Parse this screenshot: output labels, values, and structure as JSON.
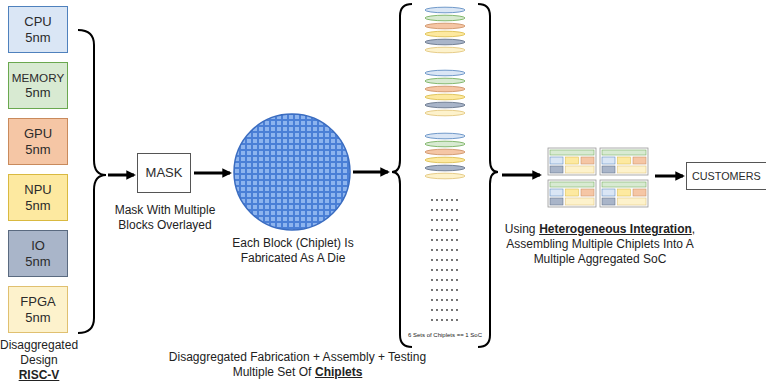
{
  "diagram": {
    "nodes": [
      {
        "text": [
          "CPU",
          "5nm"
        ]
      },
      {
        "text": [
          "MEMORY",
          "5nm"
        ]
      },
      {
        "text": [
          "GPU",
          "5nm"
        ]
      },
      {
        "text": [
          "NPU",
          "5nm"
        ]
      },
      {
        "text": [
          "IO",
          "5nm"
        ]
      },
      {
        "text": [
          "FPGA",
          "5nm"
        ]
      },
      {
        "text": [
          "MASK"
        ]
      },
      {
        "text": [
          "CUSTOMERS"
        ]
      }
    ],
    "labels": [
      "Mask With Multiple Blocks Overlayed",
      "Each Block (Chiplet) Is Fabricated As A Die",
      "6 Sets of Chiplets == 1 SoC",
      "Using",
      "Heterogeneous Integration",
      ", Assembling Multiple Chiplets Into A Multiple Aggregated SoC",
      "Disaggregated Design",
      "RISC-V",
      "Disaggregated Fabrication + Assembly + Testing",
      "Multiple Set Of",
      "Chiplets"
    ]
  }
}
